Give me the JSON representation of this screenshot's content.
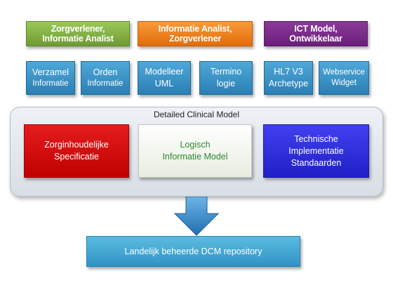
{
  "roles": [
    {
      "label": "Zorgverlener, Informatie Analist"
    },
    {
      "label": "Informatie Analist, Zorgverlener"
    },
    {
      "label": "ICT Model, Ontwikkelaar"
    }
  ],
  "tasks": [
    {
      "line1": "Verzamel",
      "line2": "Informatie"
    },
    {
      "line1": "Orden",
      "line2": "Informatie"
    },
    {
      "line1": "Modelleer",
      "line2": "UML"
    },
    {
      "line1": "Termino",
      "line2": "logie"
    },
    {
      "line1": "HL7 V3",
      "line2": "Archetype"
    },
    {
      "line1": "Webservice",
      "line2": "Widget"
    }
  ],
  "dcm": {
    "title": "Detailed Clinical Model",
    "blocks": [
      {
        "line1": "Zorginhoudelijke",
        "line2": "Specificatie",
        "line3": ""
      },
      {
        "line1": "Logisch",
        "line2": "Informatie Model",
        "line3": ""
      },
      {
        "line1": "Technische",
        "line2": "Implementatie",
        "line3": "Standaarden"
      }
    ]
  },
  "repository": {
    "label": "Landelijk beheerde DCM repository"
  },
  "colors": {
    "role_green": "#7fad3f",
    "role_orange": "#e8740f",
    "role_purple": "#731f85",
    "task_blue": "#3a93c9",
    "spec_red": "#d00000",
    "spec_white": "#ffffff",
    "spec_blue": "#2b2be0",
    "arrow_blue": "#2e86c8",
    "repo_blue": "#41a7d4"
  }
}
